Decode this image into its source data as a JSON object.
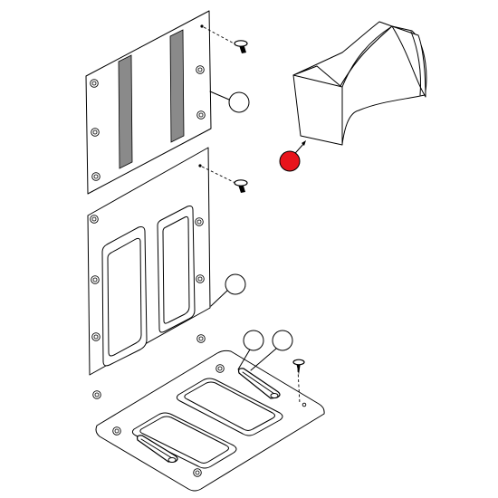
{
  "diagram": {
    "kind": "exploded-parts-illustration",
    "accent_color": "#e8141c",
    "line_color": "#000000",
    "strip_color": "#8a8a8a",
    "callouts": [
      {
        "id": "upper-plate",
        "state": "empty"
      },
      {
        "id": "foam-block",
        "state": "highlighted"
      },
      {
        "id": "lower-plate",
        "state": "empty"
      },
      {
        "id": "base-tray-left",
        "state": "empty"
      },
      {
        "id": "base-tray-right",
        "state": "empty"
      }
    ]
  }
}
